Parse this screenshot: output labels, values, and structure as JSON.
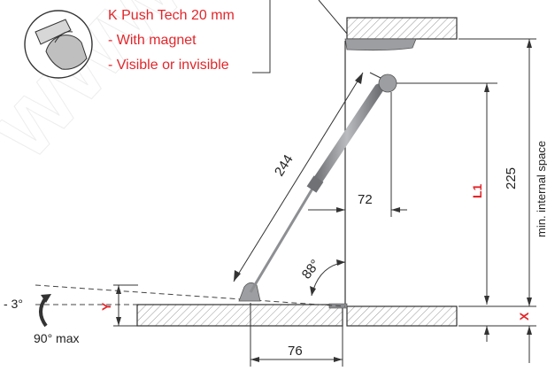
{
  "callout": {
    "title": "K Push Tech 20 mm",
    "line1": "- With magnet",
    "line2": "- Visible or invisible"
  },
  "dimensions": {
    "strut_length": "244",
    "offset_top": "72",
    "height_225": "225",
    "l1": "L1",
    "internal_space": "min. internal space",
    "angle_open": "88°",
    "base_76": "76",
    "x_label": "X",
    "y_label": "Y",
    "tilt": "- 3°",
    "max_angle": "90° max"
  },
  "watermark": "www.h",
  "colors": {
    "accent": "#e3262b",
    "line": "#333333",
    "hatch": "#9a9a9a",
    "strut": "#8d8f92"
  }
}
